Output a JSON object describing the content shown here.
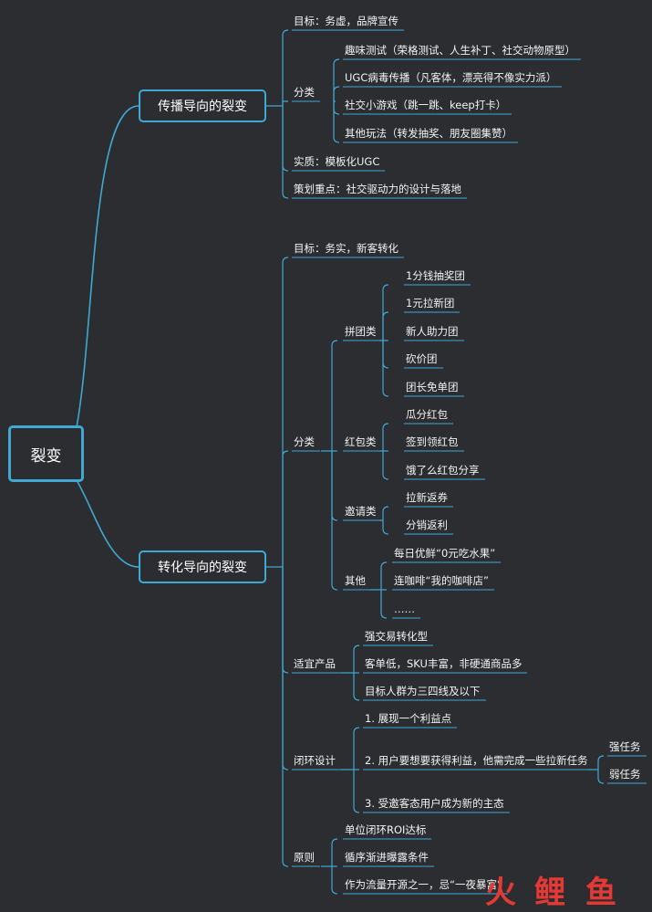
{
  "root": "裂变",
  "branch1": {
    "label": "传播导向的裂变",
    "goal": "目标：务虚，品牌宣传",
    "category": "分类",
    "items": [
      "趣味测试（荣格测试、人生补丁、社交动物原型）",
      "UGC病毒传播（凡客体，漂亮得不像实力派）",
      "社交小游戏（跳一跳、keep打卡）",
      "其他玩法（转发抽奖、朋友圈集赞）"
    ],
    "essence": "实质：模板化UGC",
    "focus": "策划重点：社交驱动力的设计与落地"
  },
  "branch2": {
    "label": "转化导向的裂变",
    "goal": "目标：务实，新客转化",
    "category": "分类",
    "group_tuan": "拼团类",
    "tuan": [
      "1分钱抽奖团",
      "1元拉新团",
      "新人助力团",
      "砍价团",
      "团长免单团"
    ],
    "group_hongbao": "红包类",
    "hongbao": [
      "瓜分红包",
      "签到领红包",
      "饿了么红包分享"
    ],
    "group_yaoqing": "邀请类",
    "yaoqing": [
      "拉新返券",
      "分销返利"
    ],
    "group_other": "其他",
    "other": [
      "每日优鲜“0元吃水果”",
      "连咖啡“我的咖啡店”",
      "……"
    ],
    "suit": "适宜产品",
    "suit_items": [
      "强交易转化型",
      "客单低，SKU丰富，非硬通商品多",
      "目标人群为三四线及以下"
    ],
    "loop": "闭环设计",
    "loop_items": [
      "1. 展现一个利益点",
      "2. 用户要想要获得利益，他需完成一些拉新任务",
      "3. 受邀客态用户成为新的主态"
    ],
    "task_strong": "强任务",
    "task_weak": "弱任务",
    "principle": "原则",
    "principle_items": [
      "单位闭环ROI达标",
      "循序渐进曝露条件",
      "作为流量开源之一，忌“一夜暴富”"
    ]
  },
  "watermark": [
    "火",
    "鲤",
    "鱼"
  ],
  "colors": {
    "line": "#3fa9d4",
    "background": "#2b2d30",
    "text": "#f2f2f2",
    "watermark": "#e53935"
  }
}
